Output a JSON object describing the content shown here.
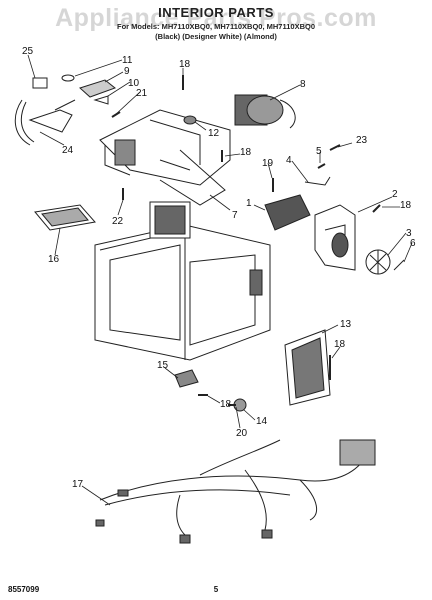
{
  "watermark": "Appliance Parts Pros.com",
  "header": {
    "title": "INTERIOR PARTS",
    "models": "For Models: MH7110XBQ0, MH7110XBQ0, MH7110XBQ0",
    "finishes": "(Black) (Designer White) (Almond)"
  },
  "callouts": [
    "25",
    "11",
    "9",
    "10",
    "21",
    "18",
    "8",
    "12",
    "24",
    "18",
    "23",
    "5",
    "4",
    "19",
    "1",
    "22",
    "7",
    "2",
    "18",
    "3",
    "6",
    "16",
    "13",
    "18",
    "15",
    "18",
    "20",
    "14",
    "17"
  ],
  "footer": {
    "doc_number": "8557099",
    "page_number": "5"
  }
}
